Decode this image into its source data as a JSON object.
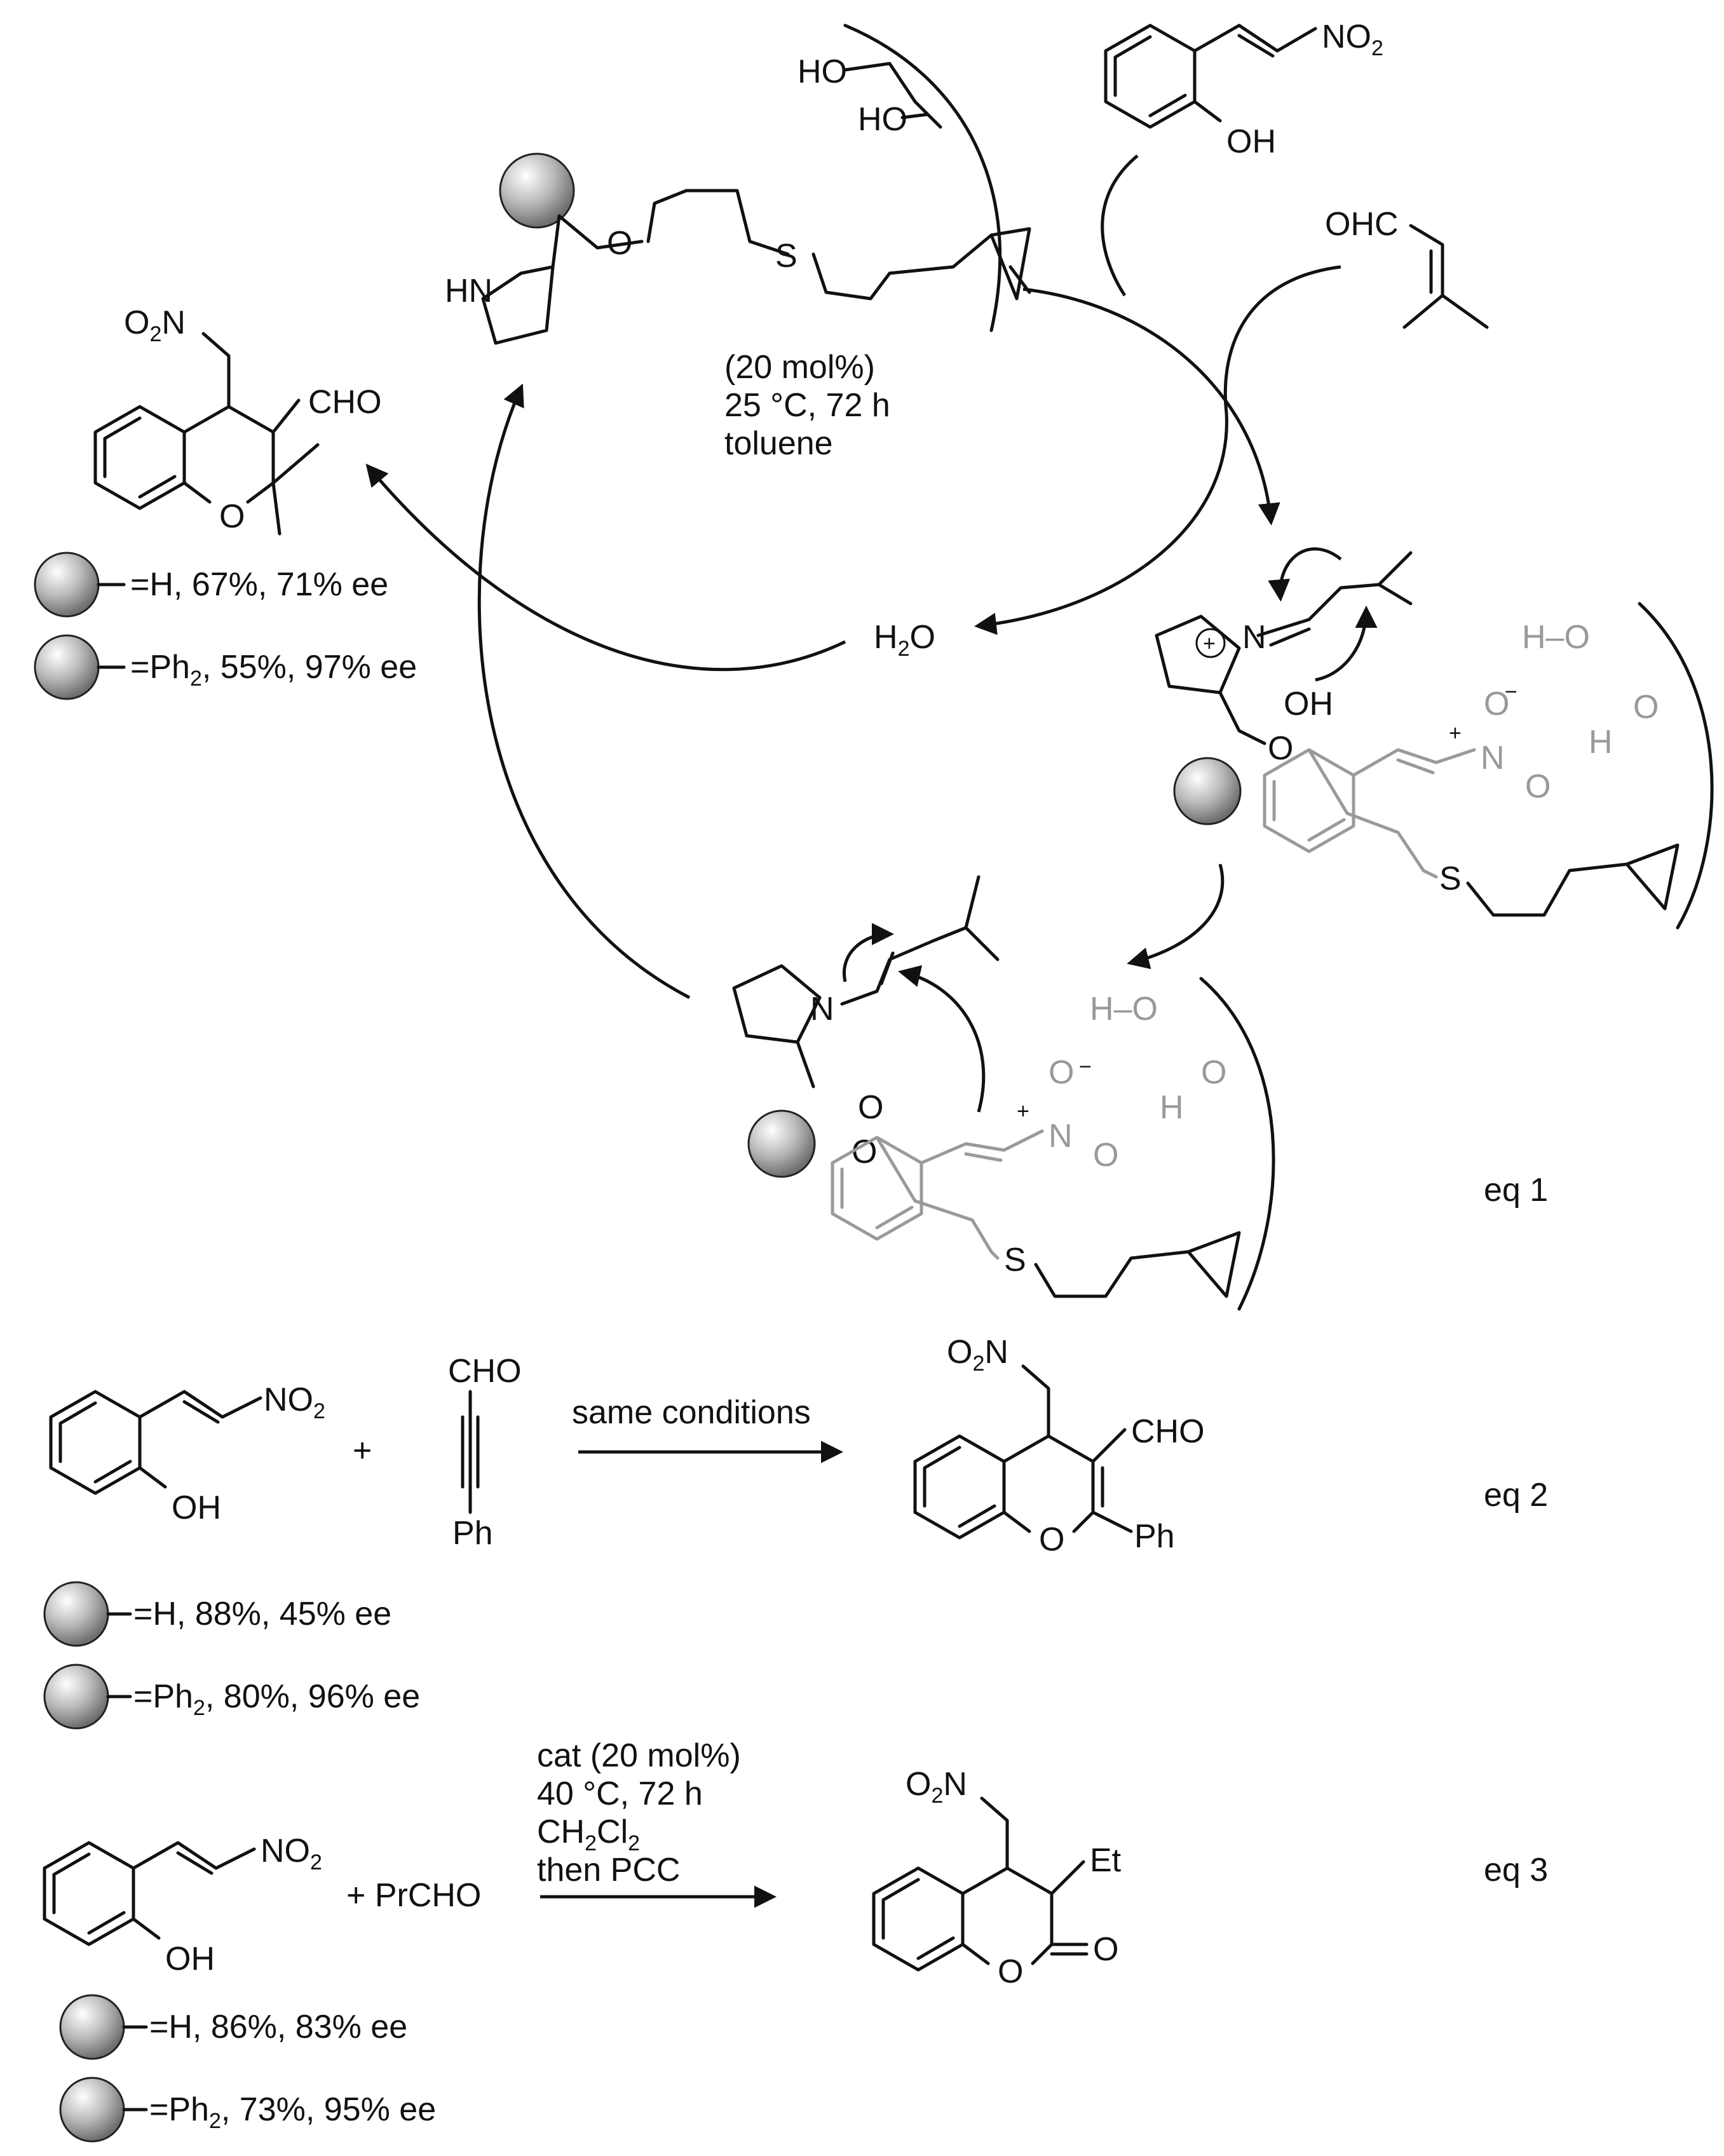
{
  "cycle": {
    "catalyst": {
      "ho1": "HO",
      "ho2": "HO",
      "o": "O",
      "s": "S",
      "hn": "HN"
    },
    "conditions": {
      "line1": "(20 mol%)",
      "line2": "25 °C, 72 h",
      "line3": "toluene"
    },
    "nitrostyrene": {
      "no2": "NO",
      "no2_sub": "2",
      "oh": "OH"
    },
    "enal": {
      "ohc": "OHC"
    },
    "product": {
      "o2n_o": "O",
      "o2n_sub": "2",
      "o2n_n": "N",
      "cho": "CHO",
      "o": "O",
      "yield1": "=H, 67%, 71% ee",
      "yield2_a": "=Ph",
      "yield2_sub": "2",
      "yield2_b": ", 55%, 97% ee"
    },
    "water": {
      "h": "H",
      "sub": "2",
      "o": "O"
    },
    "iminium": {
      "n": "N",
      "plus": "+",
      "oh": "OH",
      "o": "O",
      "ho_top": "H–O",
      "ho_mid": "O",
      "h_mid": "H",
      "no2_o1": "O",
      "no2_minus": "−",
      "no2_plus": "+",
      "no2_n": "N",
      "no2_o2": "O",
      "s": "S"
    },
    "enamine": {
      "n": "N",
      "o1": "O",
      "o2": "O",
      "ho_top": "H–O",
      "ho_mid": "O",
      "h_mid": "H",
      "no2_o1": "O",
      "no2_minus": "−",
      "no2_plus": "+",
      "no2_n": "N",
      "no2_o2": "O",
      "s": "S"
    }
  },
  "eq1": {
    "label": "eq 1"
  },
  "eq2": {
    "label": "eq 2",
    "sm_no2": "NO",
    "sm_no2_sub": "2",
    "sm_oh": "OH",
    "plus": "+",
    "ynal_cho": "CHO",
    "ynal_ph": "Ph",
    "arrow_label": "same conditions",
    "prod_o": "O",
    "prod_sub": "2",
    "prod_n": "N",
    "prod_cho": "CHO",
    "prod_ph": "Ph",
    "prod_ring_o": "O",
    "yield1": "=H, 88%, 45% ee",
    "yield2_a": "=Ph",
    "yield2_sub": "2",
    "yield2_b": ", 80%, 96% ee"
  },
  "eq3": {
    "label": "eq 3",
    "sm_no2": "NO",
    "sm_no2_sub": "2",
    "sm_oh": "OH",
    "plus_reagent": "+ PrCHO",
    "cond1": "cat (20 mol%)",
    "cond2": "40 °C, 72 h",
    "cond3_a": "CH",
    "cond3_s1": "2",
    "cond3_b": "Cl",
    "cond3_s2": "2",
    "cond4": "then PCC",
    "prod_o": "O",
    "prod_sub": "2",
    "prod_n": "N",
    "prod_et": "Et",
    "prod_ring_o": "O",
    "prod_co": "O",
    "yield1": "=H, 86%, 83% ee",
    "yield2_a": "=Ph",
    "yield2_sub": "2",
    "yield2_b": ", 73%, 95% ee"
  }
}
